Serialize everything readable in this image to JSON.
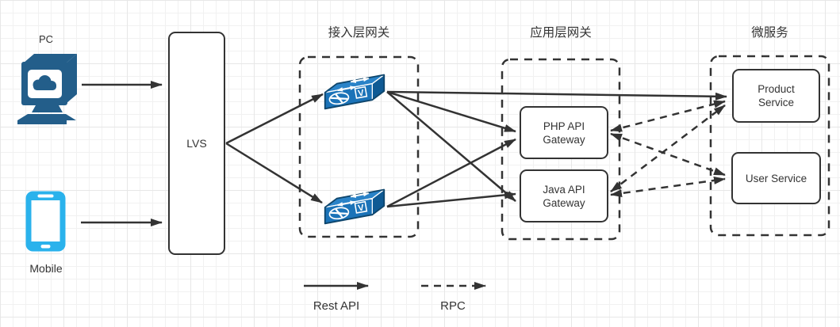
{
  "clients": {
    "pc_label": "PC",
    "mobile_label": "Mobile"
  },
  "lvs": {
    "label": "LVS"
  },
  "sections": {
    "access": {
      "title": "接入层网关"
    },
    "application": {
      "title": "应用层网关"
    },
    "microservices": {
      "title": "微服务"
    }
  },
  "nodes": {
    "php_gateway": {
      "line1": "PHP API",
      "line2": "Gateway"
    },
    "java_gateway": {
      "line1": "Java API",
      "line2": "Gateway"
    },
    "product_service": {
      "line1": "Product",
      "line2": "Service"
    },
    "user_service": {
      "label": "User Service"
    }
  },
  "switch": {
    "badge": "V",
    "icon": "virtual-switch-icon"
  },
  "icons": {
    "pc": "desktop-computer-icon",
    "mobile": "smartphone-icon"
  },
  "legend": {
    "rest_api": "Rest API",
    "rpc": "RPC"
  },
  "edges": {
    "rest_api_solid": [
      {
        "from": "PC",
        "to": "LVS"
      },
      {
        "from": "Mobile",
        "to": "LVS"
      },
      {
        "from": "LVS",
        "to": "Access Switch 1"
      },
      {
        "from": "LVS",
        "to": "Access Switch 2"
      },
      {
        "from": "Access Switch 1",
        "to": "Product Service"
      },
      {
        "from": "Access Switch 1",
        "to": "PHP API Gateway"
      },
      {
        "from": "Access Switch 1",
        "to": "Java API Gateway"
      },
      {
        "from": "Access Switch 2",
        "to": "PHP API Gateway"
      },
      {
        "from": "Access Switch 2",
        "to": "Java API Gateway"
      }
    ],
    "rpc_dashed": [
      {
        "from": "PHP API Gateway",
        "to": "Product Service"
      },
      {
        "from": "PHP API Gateway",
        "to": "User Service"
      },
      {
        "from": "Java API Gateway",
        "to": "Product Service"
      },
      {
        "from": "Java API Gateway",
        "to": "User Service"
      }
    ]
  },
  "colors": {
    "stroke": "#333333",
    "switch_blue_front": "#1b73b8",
    "switch_blue_top": "#2a83c8",
    "switch_blue_side": "#0f5a94",
    "pc_blue": "#235e8a",
    "mobile_blue": "#2ab2ec",
    "grid_minor": "#f1f1f1",
    "grid_major": "#e7e7e7"
  }
}
